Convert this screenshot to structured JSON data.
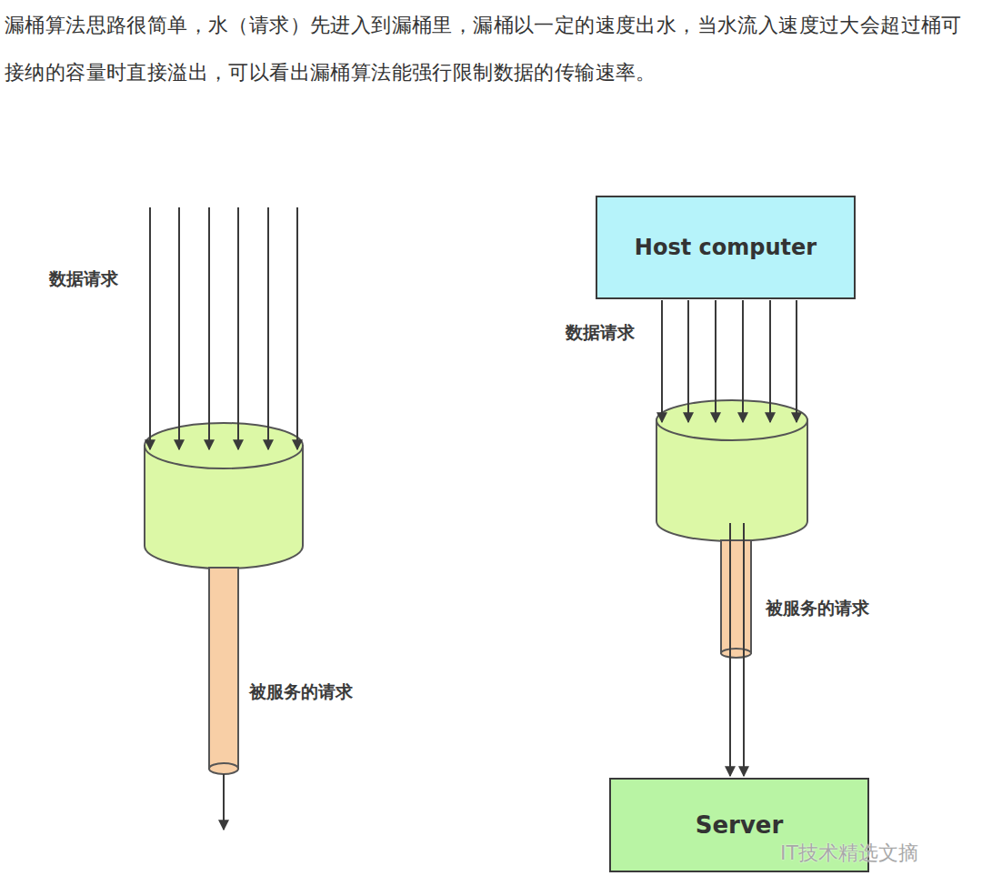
{
  "diagram": {
    "nodes": [
      {
        "text": [
          "Host computer"
        ]
      },
      {
        "text": [
          "Server"
        ]
      }
    ],
    "labels": [
      "漏桶算法思路很简单，水（请求）先进入到漏桶里，漏桶以一定的速度出水，当水流入速度过大会超过桶可接纳的容量时直接溢出，可以看出漏桶算法能强行限制数据的传输速率。",
      "数据请求",
      "被服务的请求",
      "数据请求",
      "被服务的请求",
      "IT技术精选文摘"
    ]
  }
}
